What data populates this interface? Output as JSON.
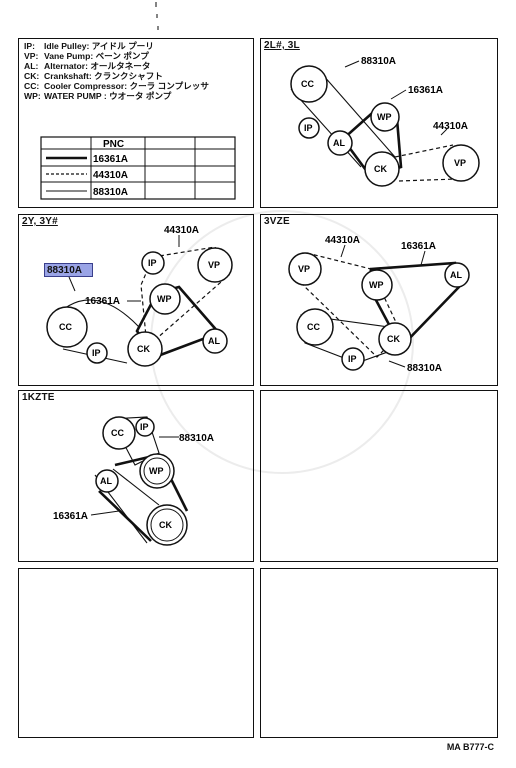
{
  "legend": {
    "entries": [
      {
        "abbr": "IP:",
        "text": "Idle Pulley: アイドル プーリ"
      },
      {
        "abbr": "VP:",
        "text": "Vane Pump: ベーン ポンプ"
      },
      {
        "abbr": "AL:",
        "text": "Alternator: オールタネータ"
      },
      {
        "abbr": "CK:",
        "text": "Crankshaft: クランクシャフト"
      },
      {
        "abbr": "CC:",
        "text": "Cooler Compressor: クーラ コンプレッサ"
      },
      {
        "abbr": "WP:",
        "text": "WATER PUMP : ウオータ ポンプ"
      }
    ],
    "table": {
      "header": "PNC",
      "rows": [
        {
          "style": "solid",
          "pnc": "16361A"
        },
        {
          "style": "dashed",
          "pnc": "44310A"
        },
        {
          "style": "thin",
          "pnc": "88310A"
        }
      ]
    }
  },
  "panels": {
    "p2l": {
      "title": "2L#, 3L"
    },
    "p2y": {
      "title": "2Y, 3Y#"
    },
    "p3vze": {
      "title": "3VZE"
    },
    "p1kzte": {
      "title": "1KZTE"
    }
  },
  "pulleys": {
    "cc": "CC",
    "ip": "IP",
    "al": "AL",
    "wp": "WP",
    "ck": "CK",
    "vp": "VP"
  },
  "parts": {
    "belt_a": "16361A",
    "belt_b": "44310A",
    "belt_c": "88310A"
  },
  "doc_code": "MA B777-C"
}
